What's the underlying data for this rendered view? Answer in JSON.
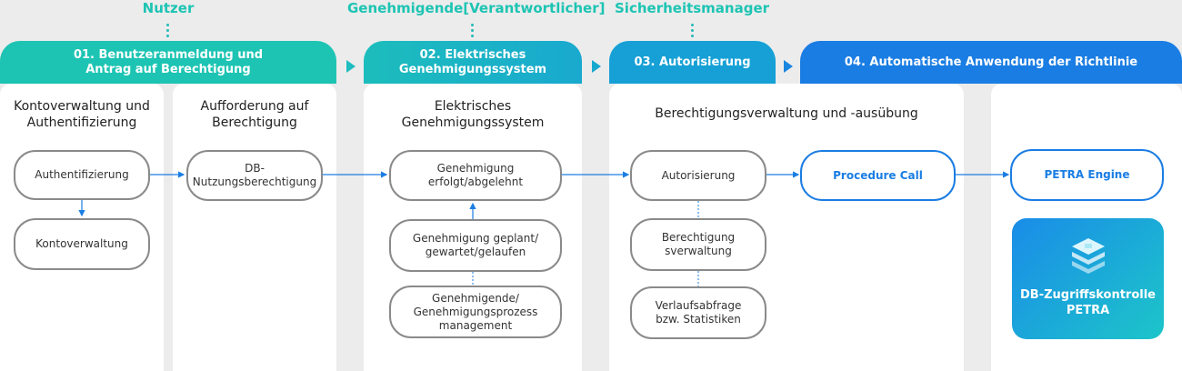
{
  "roles": {
    "user": "Nutzer",
    "approver": "Genehmigende[Verantwortlicher]",
    "security": "Sicherheitsmanager"
  },
  "steps": [
    {
      "label": "01. Benutzeranmeldung und\nAntrag auf Berechtigung"
    },
    {
      "label": "02. Elektrisches\nGenehmigungssystem"
    },
    {
      "label": "03. Autorisierung"
    },
    {
      "label": "04. Automatische Anwendung der Richtlinie"
    }
  ],
  "sections": {
    "account": "Kontoverwaltung und\nAuthentifizierung",
    "request": "Aufforderung auf\nBerechtigung",
    "approval_system": "Elektrisches\nGenehmigungssystem",
    "rights_mgmt": "Berechtigungsverwaltung und -ausübung"
  },
  "nodes": {
    "authentication": "Authentifizierung",
    "account_mgmt": "Kontoverwaltung",
    "db_permission": "DB-\nNutzungsberechtigung",
    "approved_rejected": "Genehmigung\nerfolgt/abgelehnt",
    "approval_planned": "Genehmigung geplant/\ngewartet/gelaufen",
    "approver_process": "Genehmigende/\nGenehmigungsprozess\nmanagement",
    "authorization": "Autorisierung",
    "permission_mgmt": "Berechtigung\nsverwaltung",
    "history_stats": "Verlaufsabfrage\nbzw. Statistiken",
    "procedure_call": "Procedure Call",
    "petra_engine": "PETRA Engine",
    "db_access_control": "DB-Zugriffskontrolle\nPETRA"
  },
  "colors": {
    "teal": "#1dc4b3",
    "mid": "#17aec8",
    "blue": "#1a7de3",
    "connector": "#1a7de3"
  }
}
